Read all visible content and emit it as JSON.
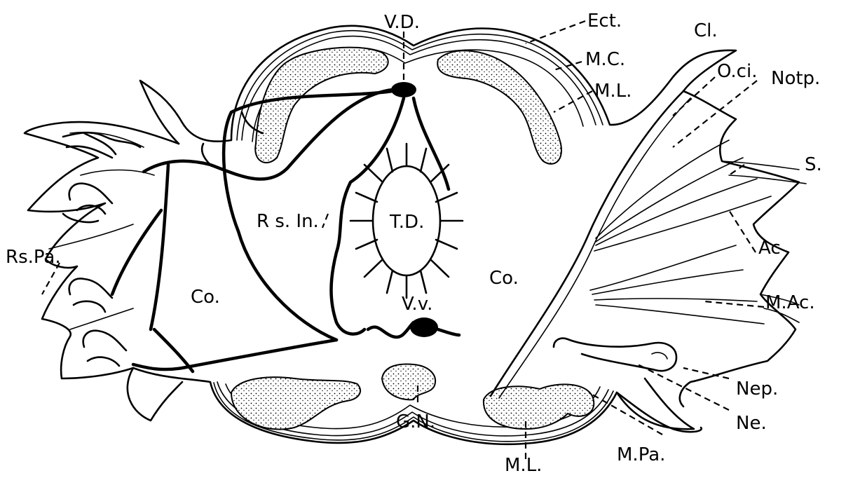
{
  "labels": {
    "vd": "V.D.",
    "ect": "Ect.",
    "cl": "Cl.",
    "mc": "M.C.",
    "oci": "O.ci.",
    "ml_top": "M.L.",
    "notp": "Notp.",
    "s": "S.",
    "rs_in": "R s. In.",
    "td": "T.D.",
    "rs_pa": "Rs.Pa.",
    "co_left": "Co.",
    "co_right": "Co.",
    "ac": "Ac",
    "mac": "M.Ac.",
    "vv": "V.v.",
    "nep": "Nep.",
    "ne": "Ne.",
    "gn": "G.N.",
    "ml_bottom": "M.L.",
    "mpa": "M.Pa."
  }
}
